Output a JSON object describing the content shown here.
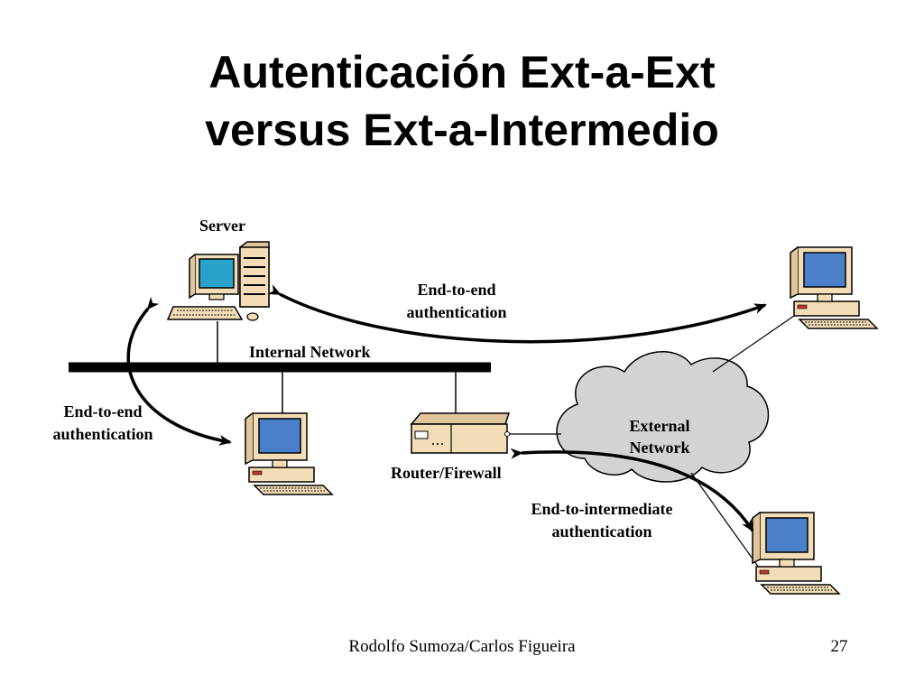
{
  "title": {
    "line1": "Autenticación Ext-a-Ext",
    "line2": "versus Ext-a-Intermedio"
  },
  "diagram": {
    "server_label": "Server",
    "internal_network_label": "Internal Network",
    "router_label": "Router/Firewall",
    "external_network_label": [
      "External",
      "Network"
    ],
    "end_to_end_top_label": [
      "End-to-end",
      "authentication"
    ],
    "end_to_end_left_label": [
      "End-to-end",
      "authentication"
    ],
    "end_to_intermediate_label": [
      "End-to-intermediate",
      "authentication"
    ]
  },
  "colors": {
    "monitor_body": "#F2DDB6",
    "monitor_screen_server": "#29A3C9",
    "monitor_screen": "#4A7FC9",
    "device_outline": "#000000",
    "cloud_fill": "#D3D3D3",
    "bus": "#000000",
    "router_face": "#F2DDB6"
  },
  "footer": {
    "author": "Rodolfo Sumoza/Carlos Figueira",
    "page_number": "27"
  }
}
